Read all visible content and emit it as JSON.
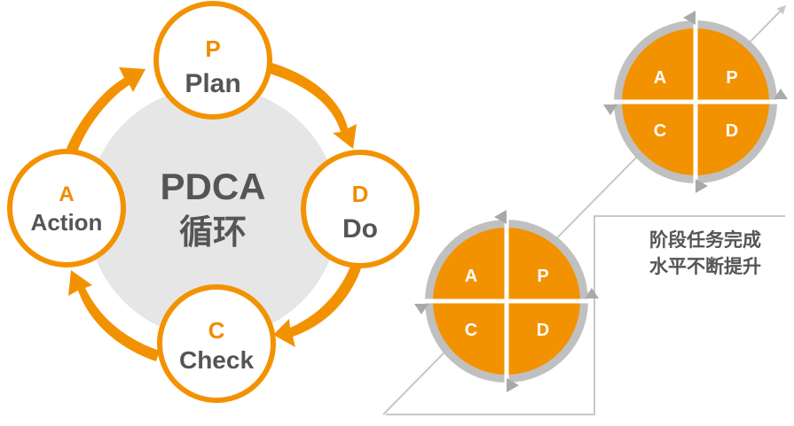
{
  "center": {
    "line1": "PDCA",
    "line2": "循环"
  },
  "nodes": [
    {
      "key": "plan",
      "letter": "P",
      "word": "Plan"
    },
    {
      "key": "do",
      "letter": "D",
      "word": "Do"
    },
    {
      "key": "check",
      "letter": "C",
      "word": "Check"
    },
    {
      "key": "action",
      "letter": "A",
      "word": "Action"
    }
  ],
  "wheel_labels": {
    "a": "A",
    "p": "P",
    "c": "C",
    "d": "D"
  },
  "stair_caption": {
    "line1": "阶段任务完成",
    "line2": "水平不断提升"
  },
  "colors": {
    "orange": "#F39200",
    "orange_text": "#F08C00",
    "dark_text": "#555555",
    "center_gray": "#E6E6E6",
    "wheel_gray": "#BDBDBD",
    "line_gray": "#C8C8C8"
  }
}
